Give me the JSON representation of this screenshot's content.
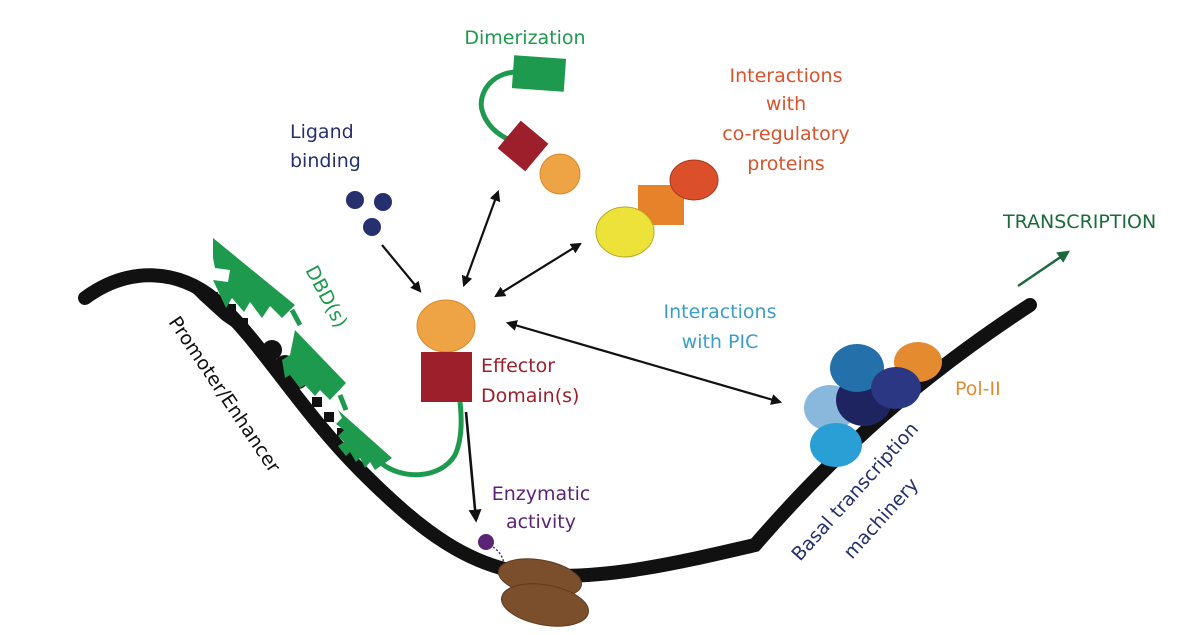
{
  "diagram": {
    "labels": {
      "dimerization": "Dimerization",
      "coreg_line1": "Interactions",
      "coreg_line2": "with",
      "coreg_line3": "co-regulatory",
      "coreg_line4": "proteins",
      "ligand_line1": "Ligand",
      "ligand_line2": "binding",
      "transcription": "TRANSCRIPTION",
      "dbd": "DBD(s)",
      "promoter": "Promoter/Enhancer",
      "effector_line1": "Effector",
      "effector_line2": "Domain(s)",
      "pic_line1": "Interactions",
      "pic_line2": "with PIC",
      "pol2": "Pol-II",
      "enzymatic_line1": "Enzymatic",
      "enzymatic_line2": "activity",
      "basal_line1": "Basal transcription",
      "basal_line2": "machinery"
    },
    "colors": {
      "dimerization": "#1e9a4f",
      "coregulatory": "#d9532b",
      "ligand": "#27306e",
      "transcription": "#1b6b3d",
      "dbd": "#1e9a4f",
      "promoter": "#111111",
      "effector": "#9e1f2c",
      "pic": "#3a9ec9",
      "pol2": "#e48a2f",
      "enzymatic": "#5b2477",
      "basal": "#27306e",
      "dna": "#111111",
      "nucleosome": "#7b4f2c",
      "activator_head": "#eea444",
      "coreg_yellow": "#ece23a",
      "coreg_orange": "#e8822a",
      "coreg_red": "#dc4f2b",
      "pic_light": "#8ab7dc",
      "pic_cyan": "#2a9fd6",
      "pic_mid": "#2470aa",
      "pic_dark": "#1e2460",
      "pic_navy": "#2b3782"
    }
  }
}
